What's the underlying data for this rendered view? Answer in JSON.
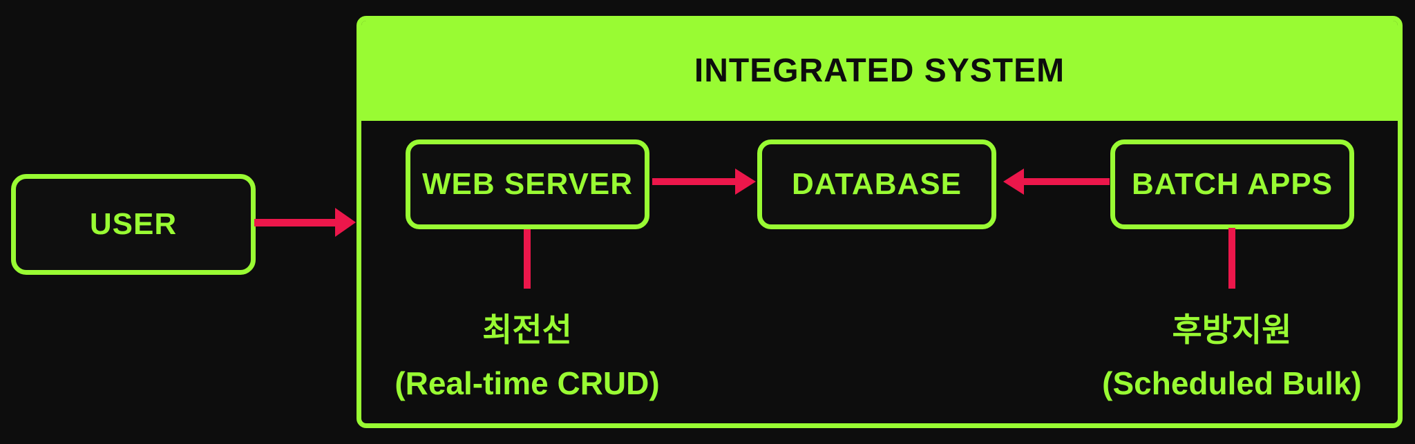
{
  "colors": {
    "background": "#0d0d0d",
    "accent_green": "#99FB33",
    "arrow_red": "#EC174B",
    "title_text": "#0d0d0d"
  },
  "system": {
    "title": "INTEGRATED SYSTEM"
  },
  "nodes": {
    "user": {
      "label": "USER"
    },
    "web_server": {
      "label": "WEB SERVER"
    },
    "database": {
      "label": "DATABASE"
    },
    "batch_apps": {
      "label": "BATCH APPS"
    }
  },
  "captions": {
    "web_server": {
      "line1": "최전선",
      "line2": "(Real-time CRUD)"
    },
    "batch_apps": {
      "line1": "후방지원",
      "line2": "(Scheduled Bulk)"
    }
  },
  "edges": [
    {
      "from": "user",
      "to": "integrated_system",
      "direction": "right"
    },
    {
      "from": "web_server",
      "to": "database",
      "direction": "right"
    },
    {
      "from": "batch_apps",
      "to": "database",
      "direction": "left"
    },
    {
      "from": "web_server",
      "to": "caption_web_server",
      "direction": "down"
    },
    {
      "from": "batch_apps",
      "to": "caption_batch_apps",
      "direction": "down"
    }
  ]
}
